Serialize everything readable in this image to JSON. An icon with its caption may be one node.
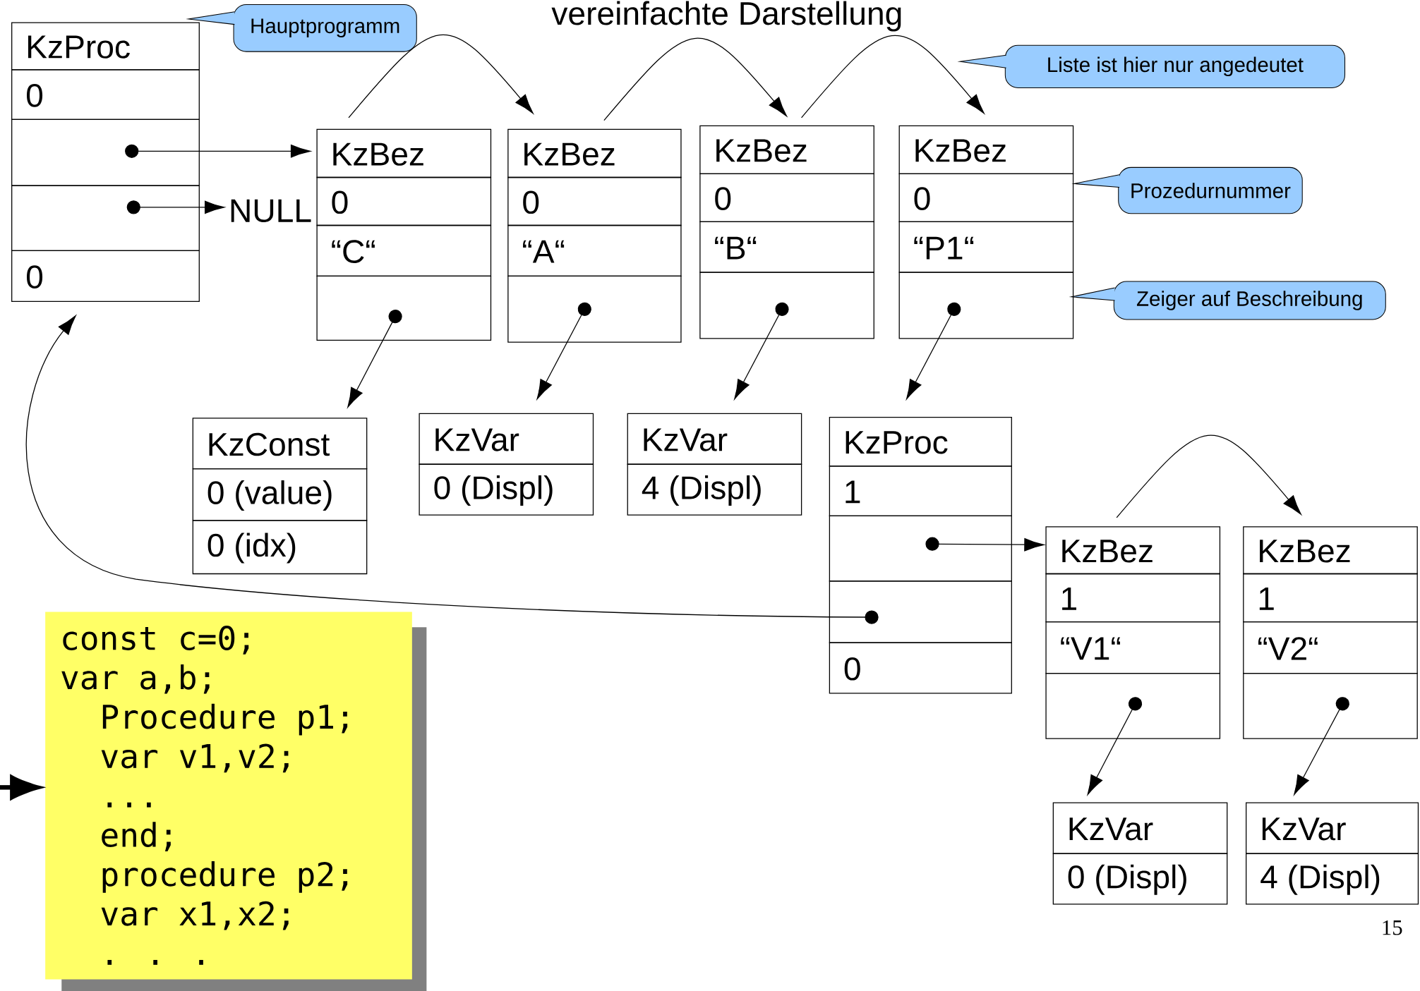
{
  "diagram": {
    "title": "vereinfachte Darstellung",
    "nodes": [
      {
        "text": [
          "KzProc",
          "0",
          "0"
        ]
      },
      {
        "text": [
          "Hauptprogramm"
        ]
      },
      {
        "text": [
          "NULL"
        ]
      },
      {
        "text": [
          "KzBez",
          "0",
          "“C“"
        ]
      },
      {
        "text": [
          "KzBez",
          "0",
          "“A“"
        ]
      },
      {
        "text": [
          "KzBez",
          "0",
          "“B“"
        ]
      },
      {
        "text": [
          "KzBez",
          "0",
          "“P1“"
        ]
      },
      {
        "text": [
          "Liste ist hier nur angedeutet"
        ]
      },
      {
        "text": [
          "Prozedurnummer"
        ]
      },
      {
        "text": [
          "Zeiger auf Beschreibung"
        ]
      },
      {
        "text": [
          "KzConst",
          "0 (value)",
          "0 (idx)"
        ]
      },
      {
        "text": [
          "KzVar",
          "0 (Displ)"
        ]
      },
      {
        "text": [
          "KzVar",
          "4 (Displ)"
        ]
      },
      {
        "text": [
          "KzProc",
          "1",
          "0"
        ]
      },
      {
        "text": [
          "KzBez",
          "1",
          "“V1“"
        ]
      },
      {
        "text": [
          "KzBez",
          "1",
          "“V2“"
        ]
      },
      {
        "text": [
          "KzVar",
          "0 (Displ)"
        ]
      },
      {
        "text": [
          "KzVar",
          "4 (Displ)"
        ]
      },
      {
        "text": [
          "const c=0;",
          "var a,b;",
          "Procedure p1;",
          "var v1,v2;",
          "...",
          "end;",
          "procedure p2;",
          "var x1,x2;",
          ". . ."
        ]
      }
    ],
    "edges": [
      {
        "from": 1,
        "to": 0,
        "arrow": "to"
      },
      {
        "from": 0,
        "to": 3,
        "arrow": "to"
      },
      {
        "from": 0,
        "to": 2,
        "arrow": "to"
      },
      {
        "from": 3,
        "to": 4,
        "arrow": "to"
      },
      {
        "from": 4,
        "to": 5,
        "arrow": "to"
      },
      {
        "from": 5,
        "to": 6,
        "arrow": "to"
      },
      {
        "from": 7,
        "to": null,
        "arrow": "to"
      },
      {
        "from": 8,
        "to": 6,
        "arrow": "to"
      },
      {
        "from": 9,
        "to": 6,
        "arrow": "to"
      },
      {
        "from": 3,
        "to": 10,
        "arrow": "to"
      },
      {
        "from": 4,
        "to": 11,
        "arrow": "to"
      },
      {
        "from": 5,
        "to": 12,
        "arrow": "to"
      },
      {
        "from": 6,
        "to": 13,
        "arrow": "to"
      },
      {
        "from": 13,
        "to": 14,
        "arrow": "to"
      },
      {
        "from": 14,
        "to": 15,
        "arrow": "to"
      },
      {
        "from": 13,
        "to": 0,
        "arrow": "to"
      },
      {
        "from": 14,
        "to": 16,
        "arrow": "to"
      },
      {
        "from": 15,
        "to": 17,
        "arrow": "to"
      },
      {
        "from": null,
        "to": 18,
        "arrow": "to",
        "style": "thick"
      }
    ],
    "labels": [
      "15"
    ]
  }
}
